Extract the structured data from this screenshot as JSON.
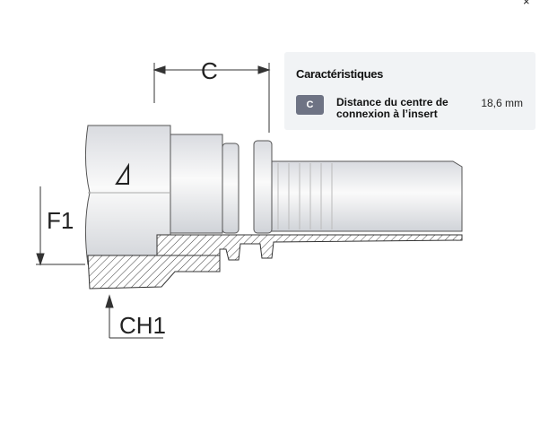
{
  "close_icon": "×",
  "drawing": {
    "dim_c": "C",
    "dim_f1": "F1",
    "dim_ch1": "CH1"
  },
  "panel": {
    "title": "Caractéristiques",
    "rows": [
      {
        "badge": "C",
        "label": "Distance du centre de connexion à l’insert",
        "value": "18,6 mm"
      }
    ]
  }
}
